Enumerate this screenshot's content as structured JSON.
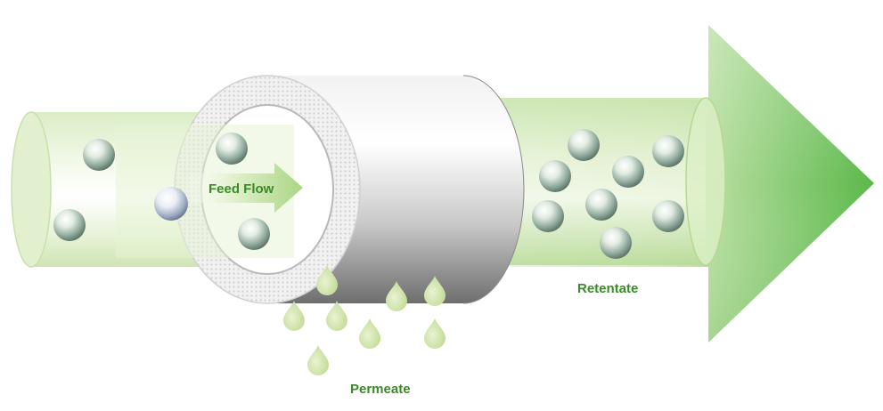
{
  "labels": {
    "feed_flow": "Feed Flow",
    "retentate": "Retentate",
    "permeate": "Permeate"
  },
  "colors": {
    "label_green": "#3a8a2a",
    "arrow_green": "#6cc255",
    "pale_green": "#d6ebb8",
    "droplet_green": "#cfe3a8",
    "membrane_grey": "#9a9a9a"
  },
  "icons": {
    "particle": "particle-sphere-icon",
    "droplet": "permeate-droplet-icon",
    "arrow": "flow-arrow-icon"
  }
}
